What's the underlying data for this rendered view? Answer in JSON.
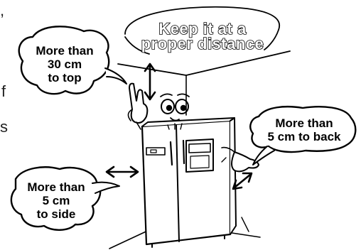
{
  "left_fragments": [
    ",",
    "f",
    "s"
  ],
  "title": {
    "line1": "Keep it at a",
    "line2": "proper distance"
  },
  "bubbles": {
    "top": {
      "line1": "More than",
      "line2": "30 cm",
      "line3": "to top"
    },
    "back": {
      "line1": "More than",
      "line2": "5 cm to back"
    },
    "side": {
      "line1": "More than",
      "line2": "5 cm",
      "line3": "to side"
    }
  }
}
